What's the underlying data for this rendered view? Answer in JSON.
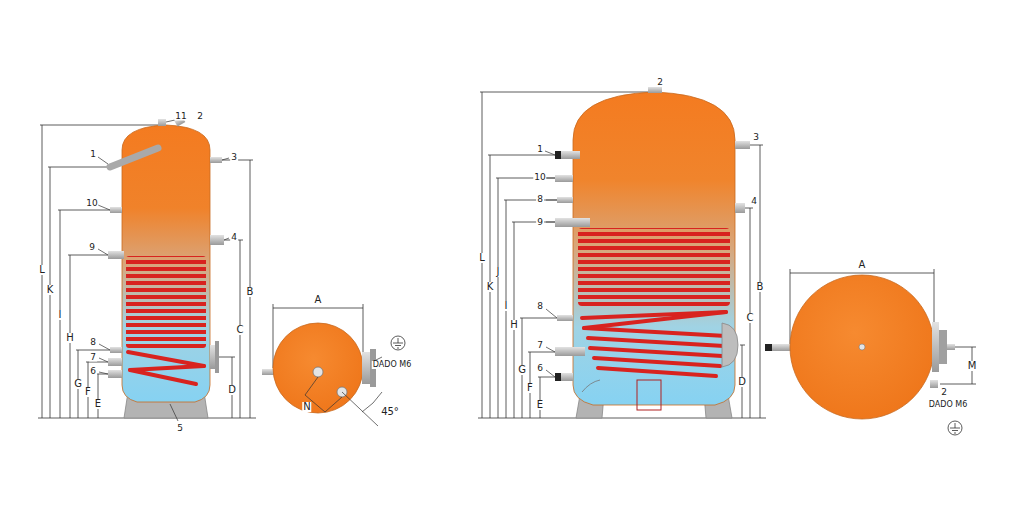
{
  "diagram": {
    "labels": [
      "11",
      "2",
      "1",
      "3",
      "10",
      "4",
      "9",
      "8",
      "7",
      "6",
      "5",
      "L",
      "K",
      "I",
      "H",
      "G",
      "F",
      "E",
      "B",
      "C",
      "D",
      "A",
      "N",
      "45°",
      "DADO M6",
      "2",
      "1",
      "3",
      "10",
      "4",
      "8",
      "9",
      "8",
      "7",
      "6",
      "L",
      "K",
      "J",
      "I",
      "H",
      "G",
      "F",
      "E",
      "B",
      "C",
      "D",
      "A",
      "M",
      "2",
      "DADO M6"
    ]
  }
}
